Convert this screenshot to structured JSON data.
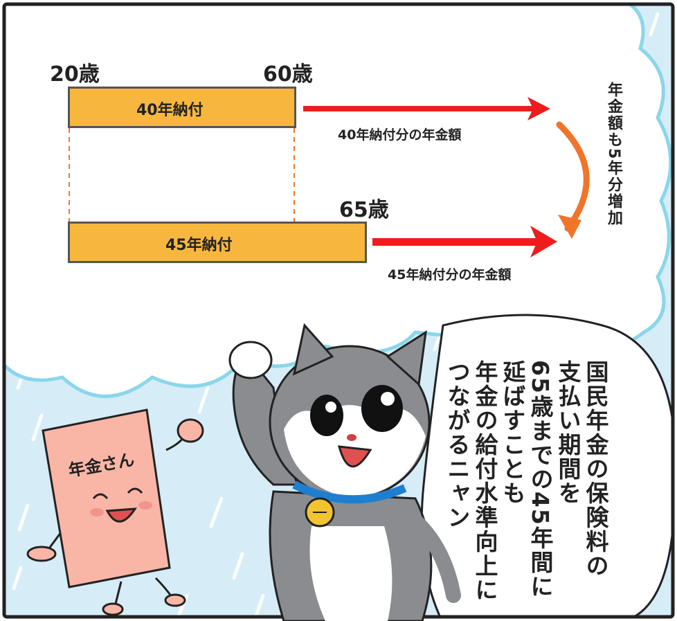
{
  "timeline": {
    "age_start": "20歳",
    "age_60": "60歳",
    "age_65": "65歳",
    "bar_40_label": "40年納付",
    "bar_45_label": "45年納付",
    "arrow_40_label": "40年納付分の年金額",
    "arrow_45_label": "45年納付分の年金額",
    "increase_note": "年金額も5年分増加"
  },
  "speech_bubble": {
    "lines": [
      "国民年金の保険料の",
      "支払い期間を",
      "65歳までの45年間に",
      "延ばすことも",
      "年金の給付水準向上に",
      "つながるニャン"
    ]
  },
  "mascot": {
    "label": "年金さん"
  },
  "colors": {
    "bar_fill": "#f7b73e",
    "arrow_red": "#ee1c1c",
    "curve_orange": "#f0752a",
    "sky_blue": "#d6ecf6",
    "cloud_edge": "#8ad6ea",
    "mascot_pink": "#f9b6a6",
    "cat_gray": "#8a8c90"
  }
}
